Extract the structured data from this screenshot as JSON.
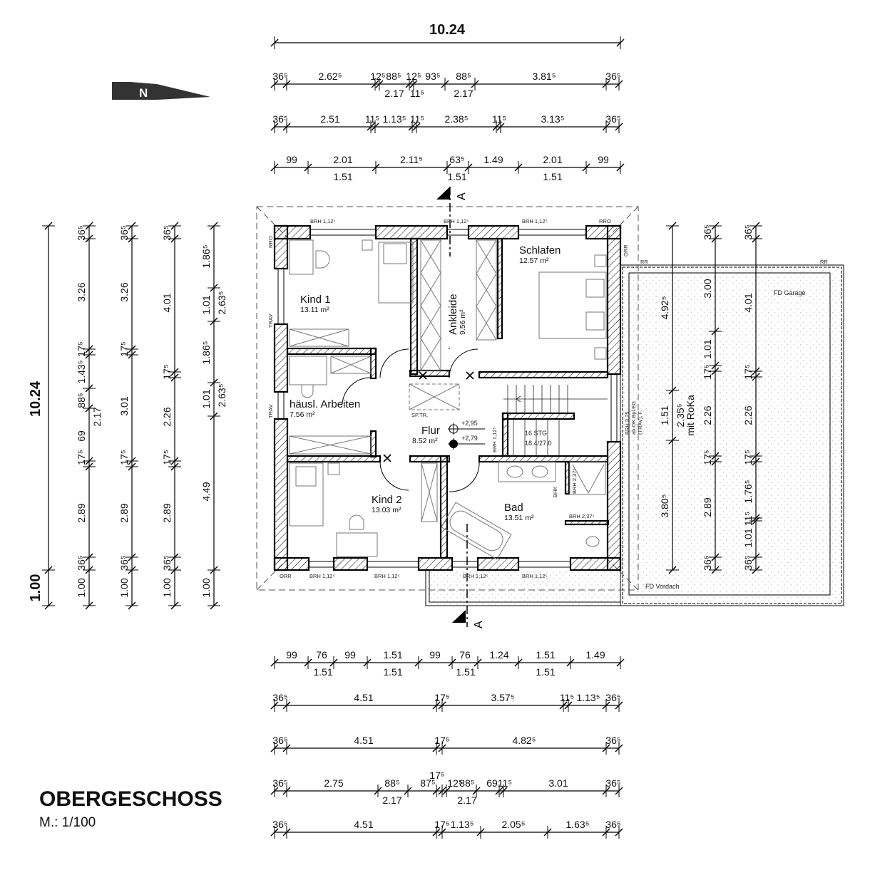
{
  "title": "OBERGESCHOSS",
  "scale": "M.: 1/100",
  "north_label": "N",
  "section_label": "A",
  "rooms": {
    "kind1": {
      "name": "Kind 1",
      "area": "13.11 m²"
    },
    "ankleide": {
      "name": "Ankleide",
      "area": "9.56 m²"
    },
    "schlafen": {
      "name": "Schlafen",
      "area": "12.57 m²"
    },
    "hausl": {
      "name": "häusl. Arbeiten",
      "area": "7.56 m²"
    },
    "flur": {
      "name": "Flur",
      "area": "8.52 m²"
    },
    "kind2": {
      "name": "Kind 2",
      "area": "13.03 m²"
    },
    "bad": {
      "name": "Bad",
      "area": "13.51 m²"
    }
  },
  "annotations": {
    "brh": "BRH 1,12⁵",
    "brh_bad": "BRH 2,37⁵",
    "rr": "RR",
    "orr": "ORR",
    "rro": "RRO",
    "trav": "TRAV",
    "sptr": "SP.TR.",
    "level1": "+2,95",
    "level2": "+2,79",
    "stairs": "16 STG",
    "stairs_ratio": "18.4/27.0",
    "bhk": "BHK",
    "fd_garage": "FD Garage",
    "fd_vordach": "FD Vordach",
    "brh_window_1": "BRH 3,25",
    "brh_window_2": "ab.OK.Bpl.EG",
    "brh_window_3": "(TRAV), F.",
    "mit_roka": "mit RoKa"
  },
  "dimensions": {
    "top_total": [
      "10.24"
    ],
    "top_1": [
      "36⁵",
      "2.62⁵",
      "12⁵",
      "88⁵",
      "12⁵",
      "93⁵",
      "88⁵",
      "3.81⁵",
      "36⁵",
      "2.17",
      "11⁵",
      "2.17"
    ],
    "top_2": [
      "36⁵",
      "2.51",
      "11⁵",
      "1.13⁵",
      "11⁵",
      "2.38⁵",
      "11⁵",
      "3.13⁵",
      "36⁵"
    ],
    "top_3": [
      "99",
      "2.01",
      "2.11⁵",
      "63⁵",
      "1.49",
      "2.01",
      "99",
      "1.51",
      "1.51",
      "1.51"
    ],
    "bottom_1": [
      "99",
      "76",
      "99",
      "1.51",
      "99",
      "76",
      "1.24",
      "1.51",
      "1.49",
      "1.51",
      "1.51",
      "1.51",
      "1.51"
    ],
    "bottom_2": [
      "36⁵",
      "4.51",
      "17⁵",
      "3.57⁵",
      "11⁵",
      "1.13⁵",
      "36⁵"
    ],
    "bottom_3": [
      "36⁵",
      "4.51",
      "17⁵",
      "4.82⁵",
      "36⁵"
    ],
    "bottom_4": [
      "36⁵",
      "2.75",
      "88⁵",
      "87⁵",
      "17⁵",
      "12⁵",
      "88⁵",
      "69",
      "11⁵",
      "3.01",
      "36⁵",
      "2.17",
      "2.17"
    ],
    "bottom_5": [
      "36⁵",
      "4.51",
      "17⁵",
      "1.13⁵",
      "2.05⁵",
      "1.63⁵",
      "36⁵"
    ],
    "left_total": [
      "10.24",
      "1.00"
    ],
    "left_1": [
      "36⁵",
      "3.26",
      "17⁵",
      "1.43⁵",
      "88⁵",
      "69",
      "17⁵",
      "2.89",
      "36⁵",
      "1.00",
      "2.17"
    ],
    "left_2": [
      "36⁵",
      "3.26",
      "17⁵",
      "3.01",
      "17⁵",
      "2.89",
      "36⁵",
      "1.00"
    ],
    "left_3": [
      "36⁵",
      "4.01",
      "17⁵",
      "2.26",
      "17⁵",
      "2.89",
      "36⁵",
      "1.00"
    ],
    "left_4": [
      "1.86⁵",
      "1.01",
      "1.86⁵",
      "1.01",
      "4.49",
      "1.00",
      "2.63⁵",
      "2.63⁵"
    ],
    "right_1": [
      "4.92⁵",
      "1.51",
      "3.80⁵",
      "2.35⁵"
    ],
    "right_2": [
      "36⁵",
      "3.00",
      "1.01",
      "17⁵",
      "2.26",
      "17⁵",
      "2.89",
      "36⁵"
    ],
    "right_3": [
      "36⁵",
      "4.01",
      "17⁵",
      "2.26",
      "17⁵",
      "1.76⁵",
      "11⁵",
      "1.01",
      "36⁵"
    ]
  }
}
